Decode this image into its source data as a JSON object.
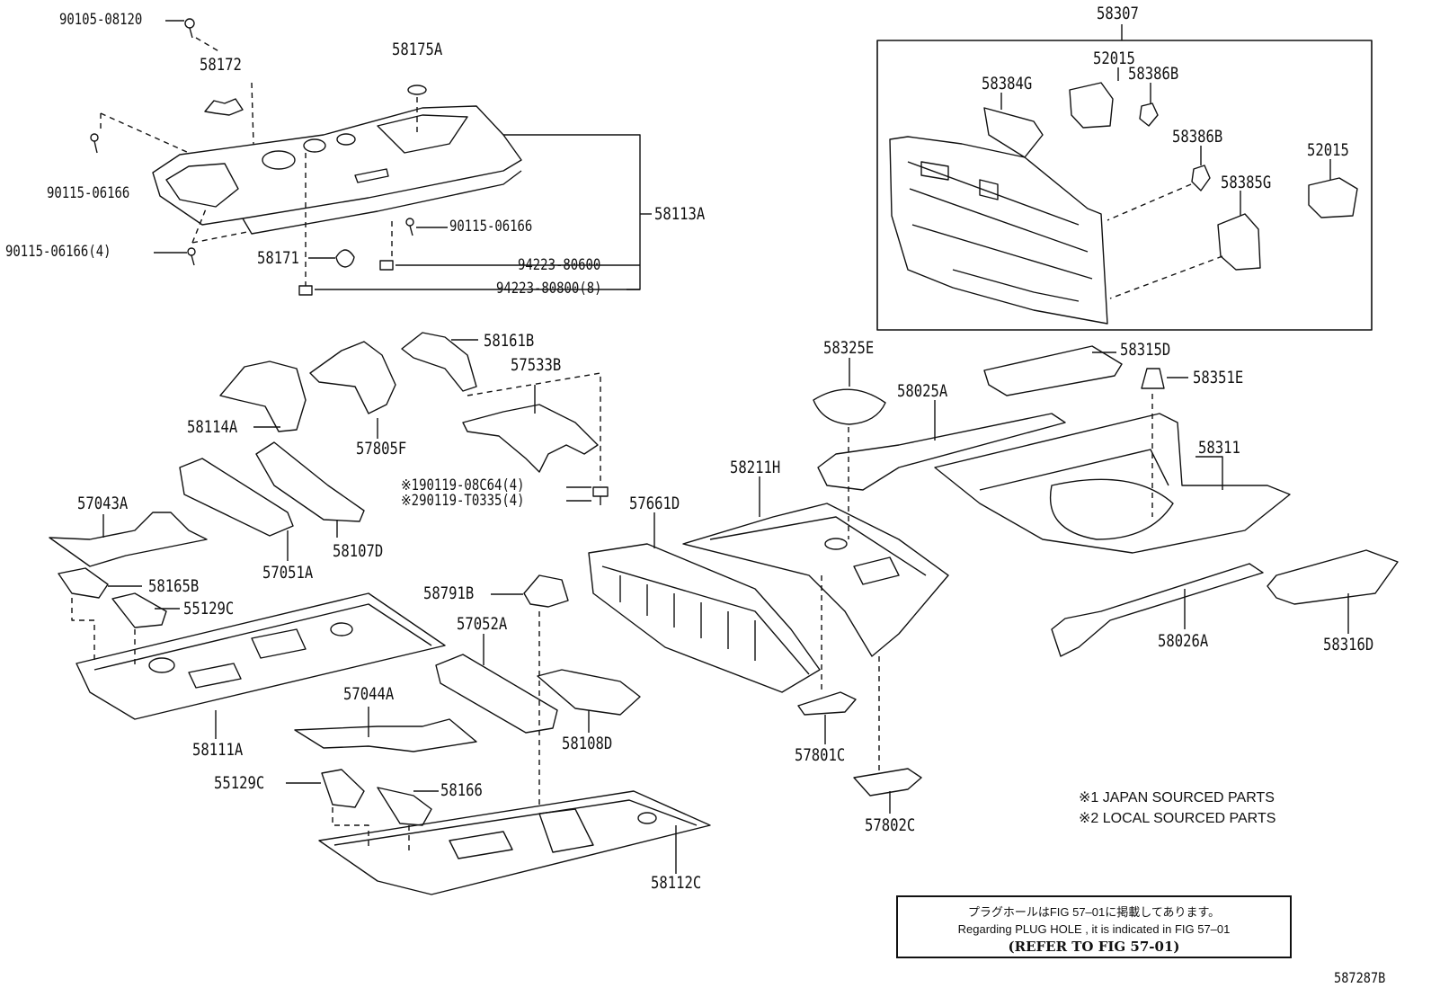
{
  "callouts": {
    "p_90105_08120": "90105-08120",
    "p_58172": "58172",
    "p_58175A": "58175A",
    "p_90115_06166_a": "90115-06166",
    "p_90115_06166_b": "90115-06166",
    "p_90115_06166_4": "90115-06166(4)",
    "p_58113A": "58113A",
    "p_58171": "58171",
    "p_94223_80600": "94223-80600",
    "p_94223_80800_8": "94223-80800(8)",
    "p_58307": "58307",
    "p_52015_a": "52015",
    "p_58386B_a": "58386B",
    "p_58384G": "58384G",
    "p_58386B_b": "58386B",
    "p_52015_b": "52015",
    "p_58385G": "58385G",
    "p_58161B": "58161B",
    "p_57533B": "57533B",
    "p_58114A": "58114A",
    "p_57805F": "57805F",
    "p_58325E": "58325E",
    "p_58315D": "58315D",
    "p_58351E": "58351E",
    "p_58025A": "58025A",
    "p_58311": "58311",
    "p_58211H": "58211H",
    "p_57661D": "57661D",
    "p_90119_08C64_4": "※190119-08C64(4)",
    "p_90119_T0335_4": "※290119-T0335(4)",
    "p_57043A": "57043A",
    "p_57051A": "57051A",
    "p_58107D": "58107D",
    "p_58165B": "58165B",
    "p_55129C_a": "55129C",
    "p_58791B": "58791B",
    "p_57052A": "57052A",
    "p_58111A": "58111A",
    "p_57044A": "57044A",
    "p_58108D": "58108D",
    "p_57801C": "57801C",
    "p_58026A": "58026A",
    "p_58316D": "58316D",
    "p_55129C_b": "55129C",
    "p_58166": "58166",
    "p_57802C": "57802C",
    "p_58112C": "58112C"
  },
  "notes": {
    "line1": "※1 JAPAN SOURCED PARTS",
    "line2": "※2 LOCAL SOURCED PARTS"
  },
  "reference": {
    "japanese": "プラグホールはFIG 57–01に掲載してあります。",
    "english": "Regarding PLUG HOLE , it is indicated in FIG 57–01",
    "bold": "(REFER TO FIG 57-01)"
  },
  "figure_id": "587287B"
}
